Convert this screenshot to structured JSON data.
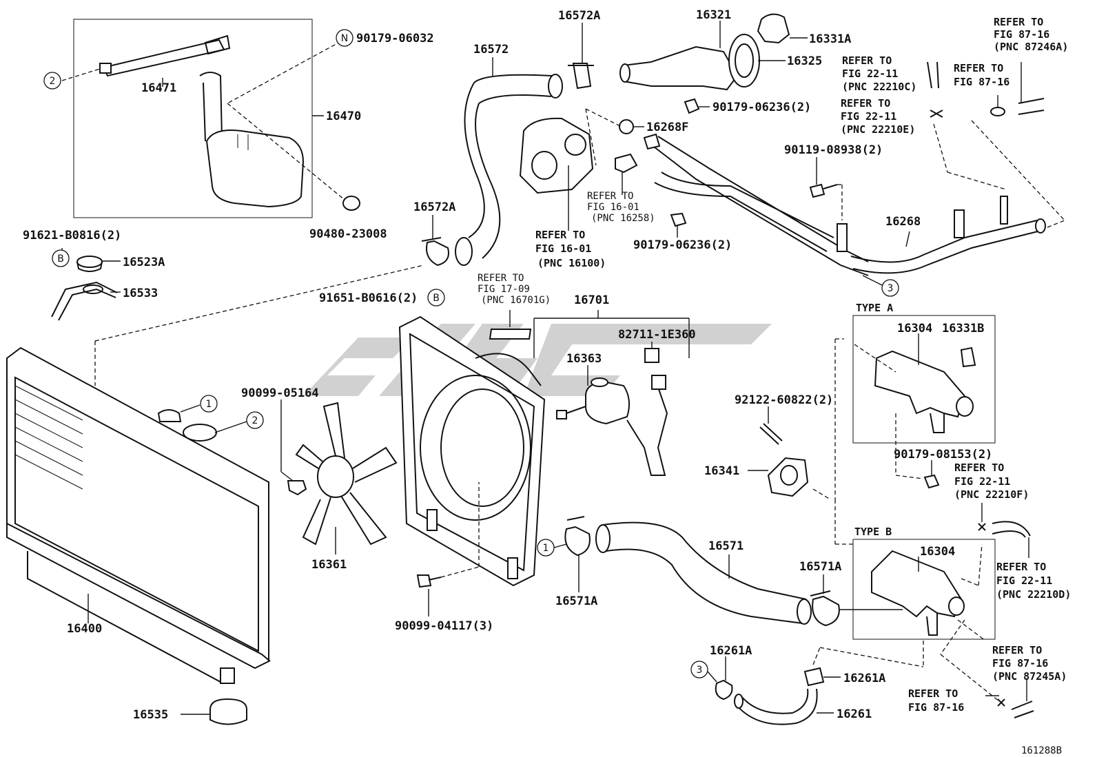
{
  "labels": {
    "p16471": "16471",
    "p16470": "16470",
    "n90179_06032": "90179-06032",
    "p90480": "90480-23008",
    "p91621": "91621-B0816(2)",
    "p16523A": "16523A",
    "p16533": "16533",
    "p16572": "16572",
    "p16572A_top": "16572A",
    "p16572A_mid": "16572A",
    "p16321": "16321",
    "p16331A": "16331A",
    "p16325": "16325",
    "p90179_06236a": "90179-06236(2)",
    "p16268F": "16268F",
    "p90119": "90119-08938(2)",
    "p16268": "16268",
    "p90179_06236b": "90179-06236(2)",
    "p91651": "91651-B0616(2)",
    "p16701": "16701",
    "p82711": "82711-1E360",
    "p16363": "16363",
    "p90099_05164": "90099-05164",
    "p16361": "16361",
    "p16400": "16400",
    "p90099_04117": "90099-04117(3)",
    "p16571": "16571",
    "p16571A_left": "16571A",
    "p16571A_right": "16571A",
    "p92122": "92122-60822(2)",
    "p16341": "16341",
    "p16304a": "16304",
    "p16331B": "16331B",
    "p90179_08153": "90179-08153(2)",
    "p16304b": "16304",
    "p16261A_l": "16261A",
    "p16261A_r": "16261A",
    "p16261": "16261",
    "p16535": "16535",
    "type_a": "TYPE A",
    "type_b": "TYPE B",
    "figcode": "161288B"
  },
  "refs": {
    "r1": [
      "REFER TO",
      "FIG 87-16",
      "(PNC 87246A)"
    ],
    "r2": [
      "REFER TO",
      "FIG 22-11",
      "(PNC 22210C)"
    ],
    "r3": [
      "REFER TO",
      "FIG 87-16"
    ],
    "r4": [
      "REFER TO",
      "FIG 22-11",
      "(PNC 22210E)"
    ],
    "r5": [
      "REFER TO",
      "FIG 16-01",
      "(PNC 16258)"
    ],
    "r6": [
      "REFER TO",
      "FIG 16-01",
      "(PNC 16100)"
    ],
    "r7": [
      "REFER TO",
      "FIG 17-09",
      "(PNC 16701G)"
    ],
    "r8": [
      "REFER TO",
      "FIG 22-11",
      "(PNC 22210F)"
    ],
    "r9": [
      "REFER TO",
      "FIG 22-11",
      "(PNC 22210D)"
    ],
    "r10": [
      "REFER TO",
      "FIG 87-16",
      "(PNC 87245A)"
    ],
    "r11": [
      "REFER TO",
      "FIG 87-16"
    ]
  },
  "callouts": {
    "c1": "1",
    "c2": "2",
    "c3": "3",
    "cN": "N",
    "cB": "B"
  },
  "colors": {
    "ink": "#111111",
    "watermark": "#9a9a9a"
  }
}
